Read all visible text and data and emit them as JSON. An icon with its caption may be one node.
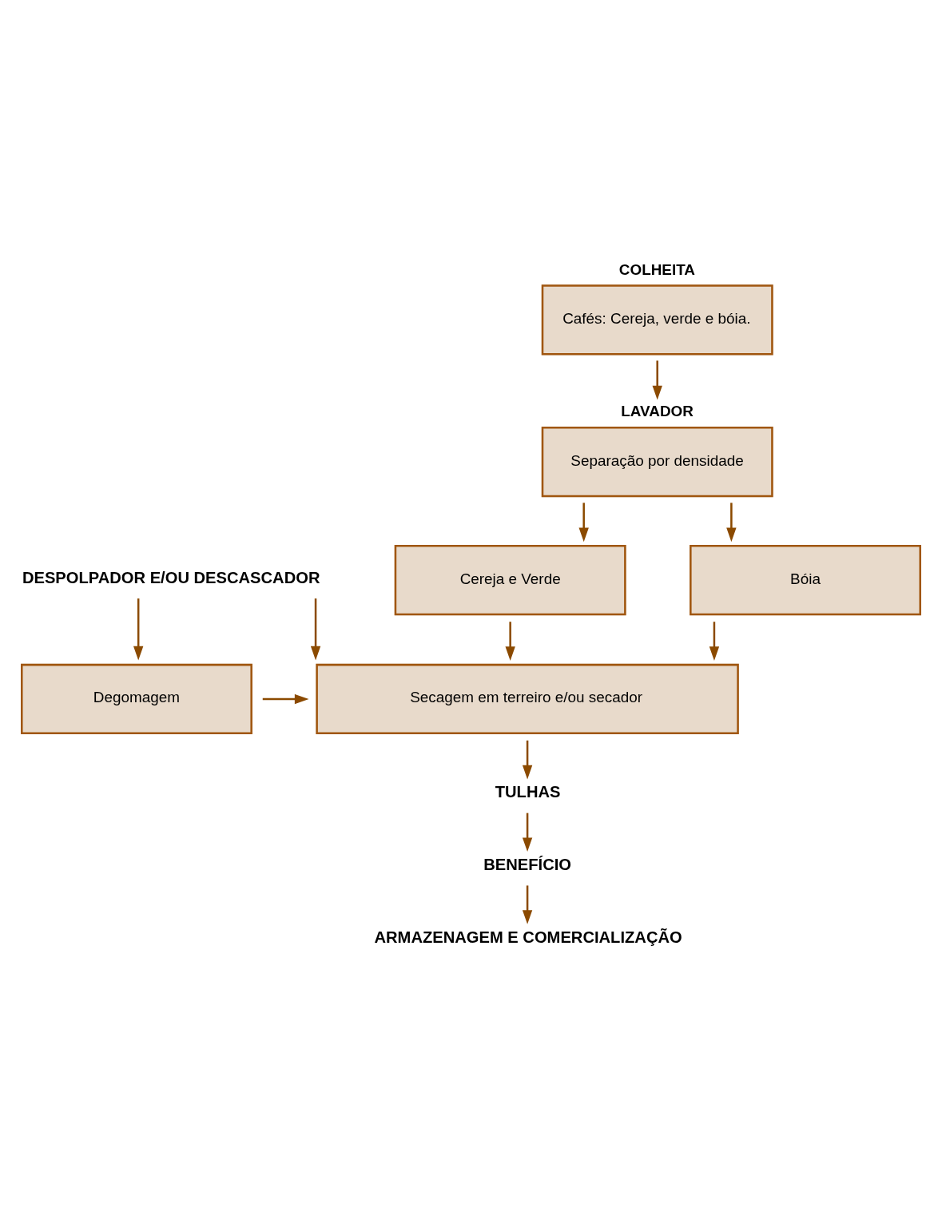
{
  "diagram": {
    "nodes": [
      {
        "text": [
          "COLHEITA",
          "Cafés: Cereja, verde e bóia."
        ]
      },
      {
        "text": [
          "LAVADOR",
          "Separação por densidade"
        ]
      },
      {
        "text": [
          "Cereja e Verde"
        ]
      },
      {
        "text": [
          "Bóia"
        ]
      },
      {
        "text": [
          "DESPOLPADOR E/OU DESCASCADOR"
        ]
      },
      {
        "text": [
          "Degomagem"
        ]
      },
      {
        "text": [
          "Secagem em terreiro e/ou secador"
        ]
      },
      {
        "text": [
          "TULHAS"
        ]
      },
      {
        "text": [
          "BENEFÍCIO"
        ]
      },
      {
        "text": [
          "ARMAZENAGEM E COMERCIALIZAÇÃO"
        ]
      }
    ],
    "edges": [
      {
        "from": 0,
        "to": 1,
        "arrow": "to"
      },
      {
        "from": 1,
        "to": 2,
        "arrow": "to"
      },
      {
        "from": 1,
        "to": 3,
        "arrow": "to"
      },
      {
        "from": 2,
        "to": 6,
        "arrow": "to"
      },
      {
        "from": 3,
        "to": 6,
        "arrow": "to"
      },
      {
        "from": 4,
        "to": 5,
        "arrow": "to"
      },
      {
        "from": 4,
        "to": 6,
        "arrow": "to"
      },
      {
        "from": 5,
        "to": 6,
        "arrow": "to"
      },
      {
        "from": 6,
        "to": 7,
        "arrow": "to"
      },
      {
        "from": 7,
        "to": 8,
        "arrow": "to"
      },
      {
        "from": 8,
        "to": 9,
        "arrow": "to"
      }
    ]
  }
}
